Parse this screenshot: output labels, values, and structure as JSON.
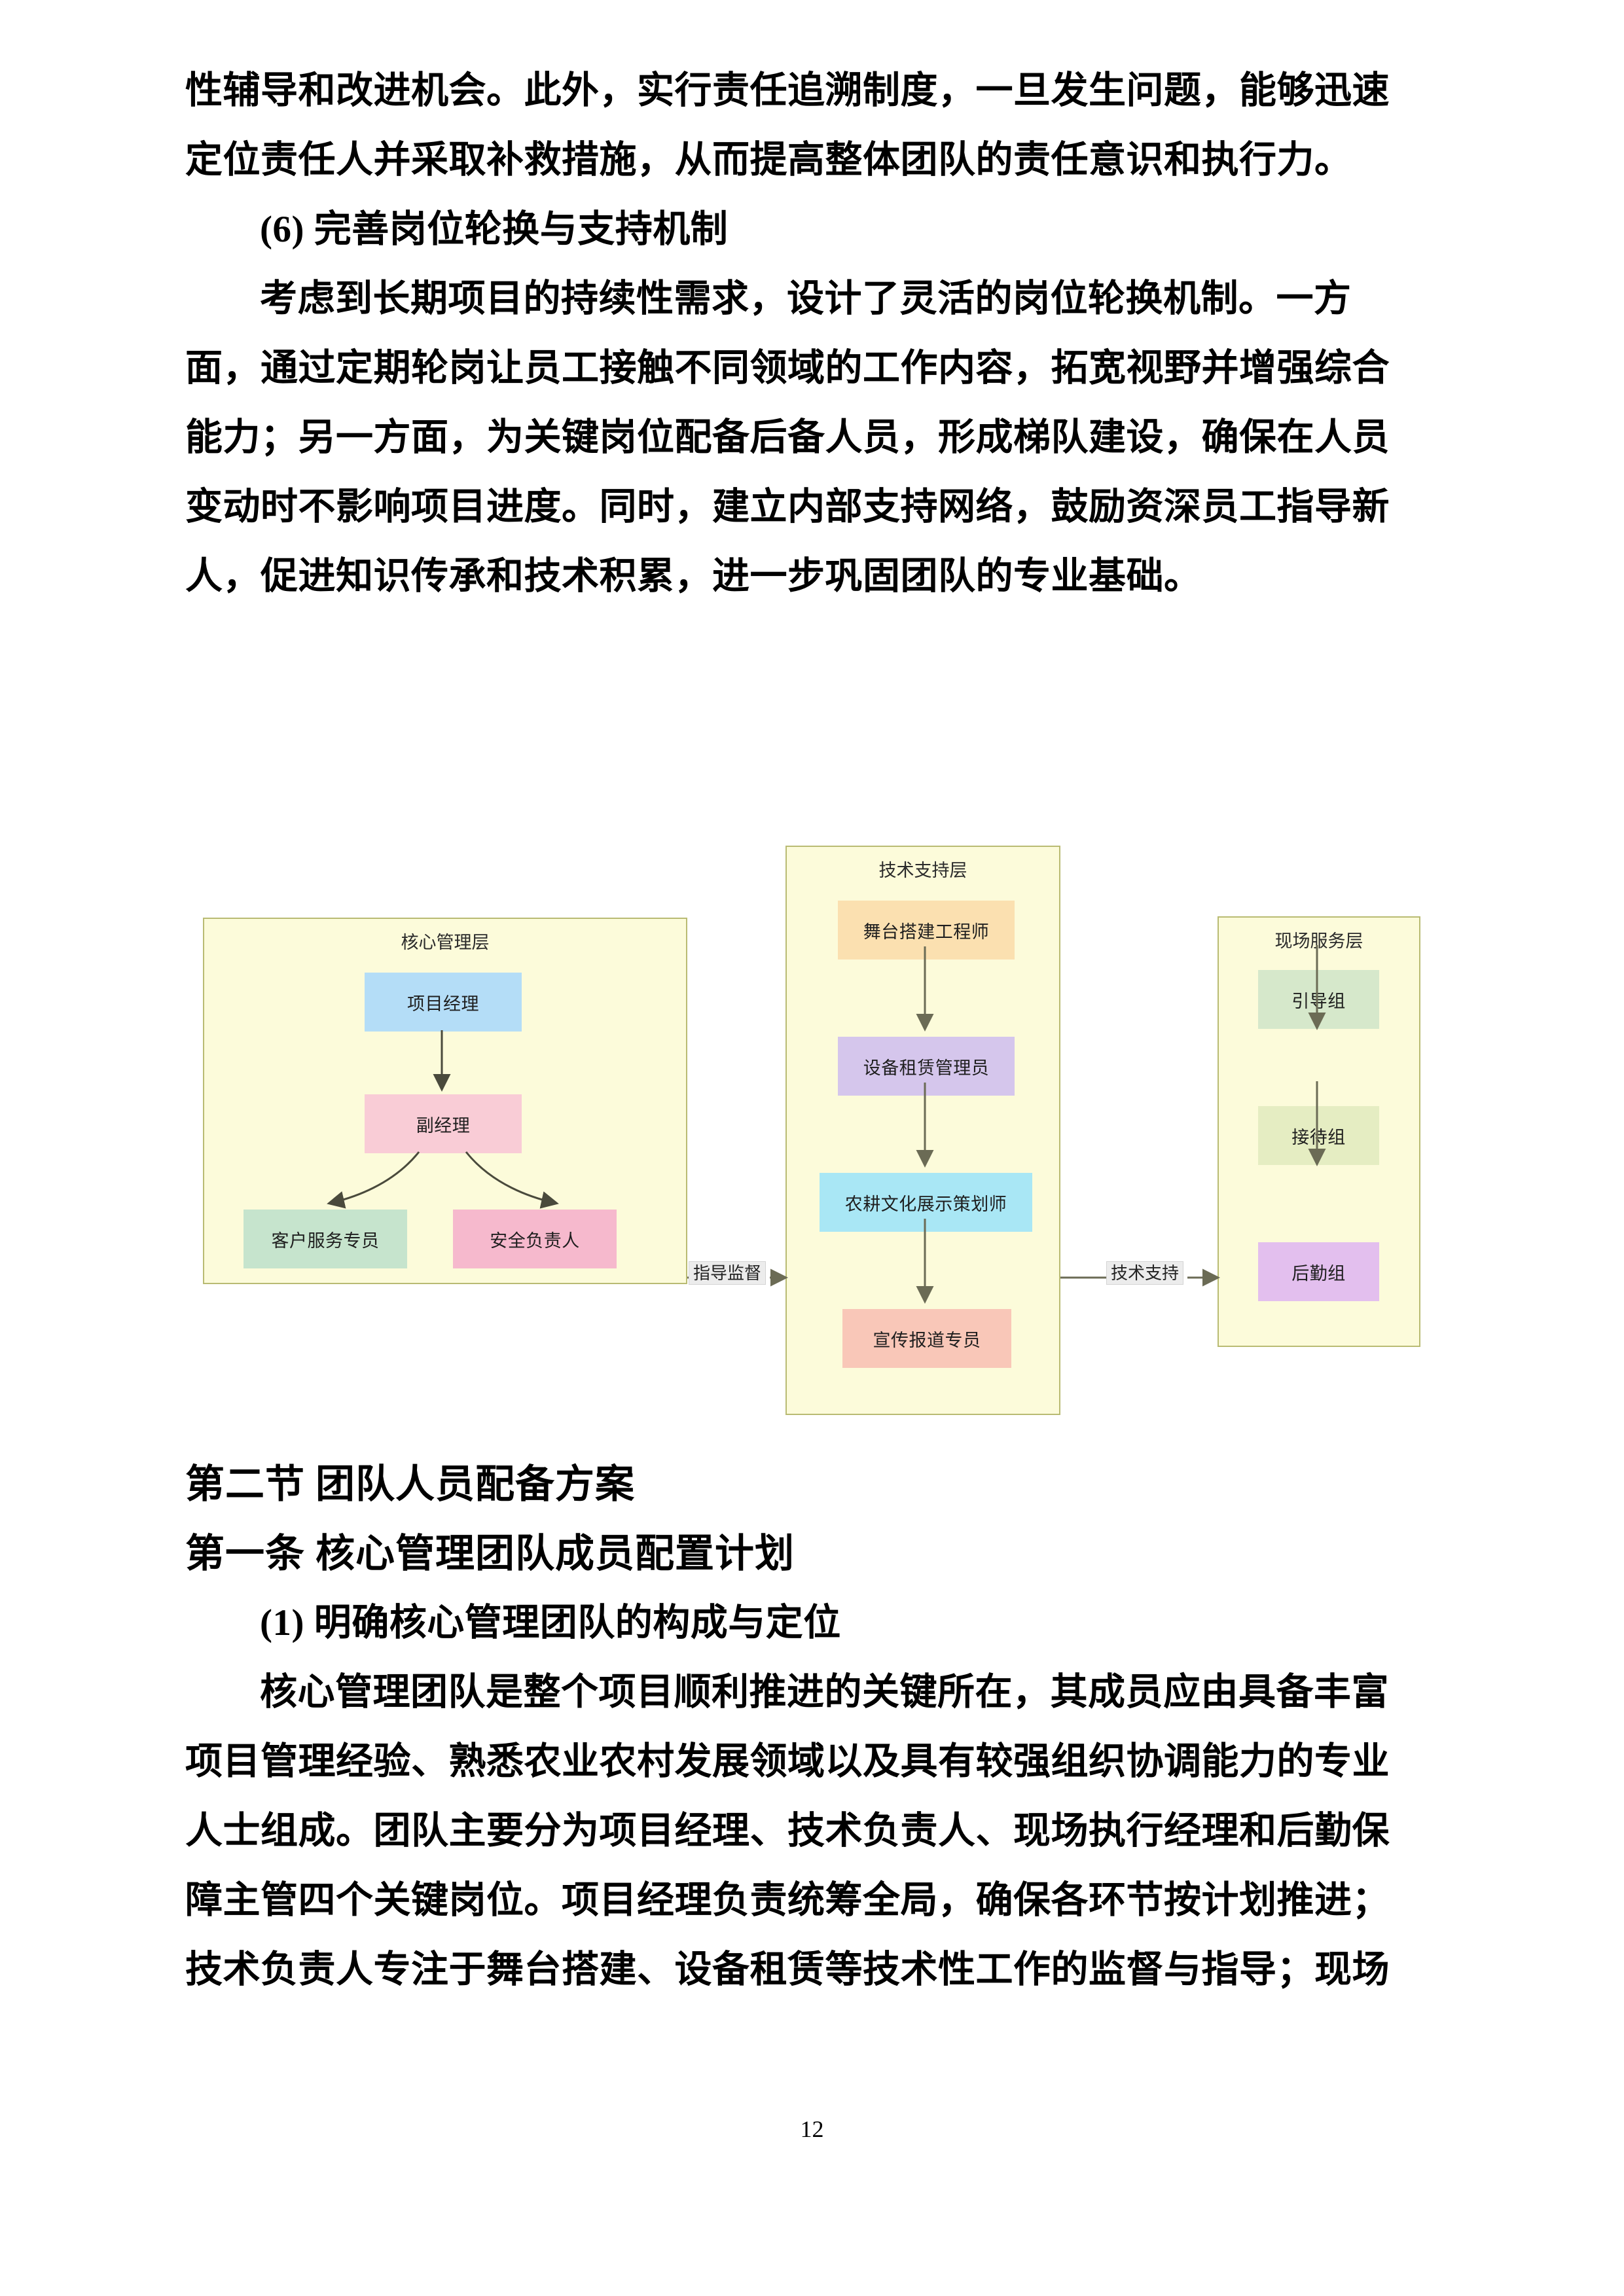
{
  "document": {
    "page_number": "12",
    "paragraphs_top": [
      "性辅导和改进机会。此外，实行责任追溯制度，一旦发生问题，能够迅速",
      "定位责任人并采取补救措施，从而提高整体团队的责任意识和执行力。"
    ],
    "subheading_1": "(6) 完善岗位轮换与支持机制",
    "paragraphs_mid": [
      "考虑到长期项目的持续性需求，设计了灵活的岗位轮换机制。一方",
      "面，通过定期轮岗让员工接触不同领域的工作内容，拓宽视野并增强综合",
      "能力；另一方面，为关键岗位配备后备人员，形成梯队建设，确保在人员",
      "变动时不影响项目进度。同时，建立内部支持网络，鼓励资深员工指导新",
      "人，促进知识传承和技术积累，进一步巩固团队的专业基础。"
    ],
    "heading_section": "第二节  团队人员配备方案",
    "heading_article": "第一条  核心管理团队成员配置计划",
    "subheading_2": "(1) 明确核心管理团队的构成与定位",
    "paragraphs_bottom": [
      "核心管理团队是整个项目顺利推进的关键所在，其成员应由具备丰富",
      "项目管理经验、熟悉农业农村发展领域以及具有较强组织协调能力的专业",
      "人士组成。团队主要分为项目经理、技术负责人、现场执行经理和后勤保",
      "障主管四个关键岗位。项目经理负责统筹全局，确保各环节按计划推进；",
      "技术负责人专注于舞台搭建、设备租赁等技术性工作的监督与指导；现场"
    ]
  },
  "diagram": {
    "type": "org-chart",
    "panels": [
      {
        "id": "core-management",
        "title": "核心管理层",
        "nodes": [
          {
            "id": "project-manager",
            "label": "项目经理",
            "color": "#b4ddf7"
          },
          {
            "id": "deputy-manager",
            "label": "副经理",
            "color": "#f9ccd6"
          },
          {
            "id": "customer-service",
            "label": "客户服务专员",
            "color": "#c6e4cd"
          },
          {
            "id": "safety-officer",
            "label": "安全负责人",
            "color": "#f6b9cd"
          }
        ],
        "edges": [
          {
            "from": "项目经理",
            "to": "副经理"
          },
          {
            "from": "副经理",
            "to": "客户服务专员"
          },
          {
            "from": "副经理",
            "to": "安全负责人"
          }
        ]
      },
      {
        "id": "technical-support",
        "title": "技术支持层",
        "nodes": [
          {
            "id": "stage-engineer",
            "label": "舞台搭建工程师",
            "color": "#fbe0b0"
          },
          {
            "id": "equipment-manager",
            "label": "设备租赁管理员",
            "color": "#d5c6ec"
          },
          {
            "id": "culture-planner",
            "label": "农耕文化展示策划师",
            "color": "#a9e7f5"
          },
          {
            "id": "publicity-officer",
            "label": "宣传报道专员",
            "color": "#f9c7b8"
          }
        ],
        "edges": [
          {
            "from": "舞台搭建工程师",
            "to": "设备租赁管理员"
          },
          {
            "from": "设备租赁管理员",
            "to": "农耕文化展示策划师"
          },
          {
            "from": "农耕文化展示策划师",
            "to": "宣传报道专员"
          }
        ]
      },
      {
        "id": "onsite-service",
        "title": "现场服务层",
        "nodes": [
          {
            "id": "guide-group",
            "label": "引导组",
            "color": "#d6e8cb"
          },
          {
            "id": "reception-group",
            "label": "接待组",
            "color": "#e5edc2"
          },
          {
            "id": "logistics-group",
            "label": "后勤组",
            "color": "#e3bfee"
          }
        ],
        "edges": [
          {
            "from": "引导组",
            "to": "接待组"
          },
          {
            "from": "接待组",
            "to": "后勤组"
          }
        ]
      }
    ],
    "connectors": [
      {
        "id": "guidance-supervision",
        "label": "指导监督",
        "from_panel": "核心管理层",
        "to_panel": "技术支持层"
      },
      {
        "id": "technical-support-link",
        "label": "技术支持",
        "from_panel": "技术支持层",
        "to_panel": "现场服务层"
      }
    ],
    "colors": {
      "panel_background": "#fcfbda",
      "panel_border": "#b9bb73",
      "edge_label_background": "#ececec",
      "arrow": "#6b6b55"
    }
  }
}
